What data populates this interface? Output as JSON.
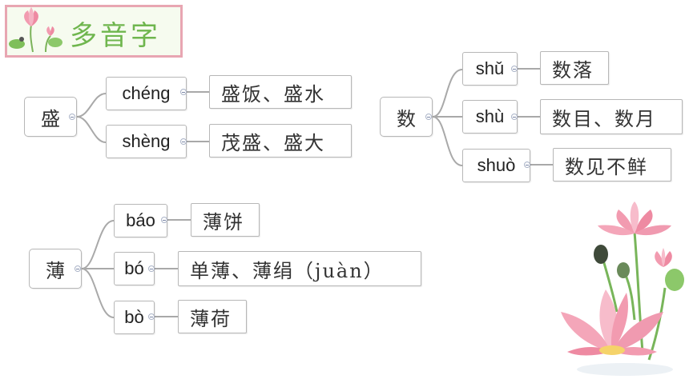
{
  "title": "多音字",
  "groups": [
    {
      "root": "盛",
      "branches": [
        {
          "pinyin": "chéng",
          "words": "盛饭、盛水"
        },
        {
          "pinyin": "shèng",
          "words": "茂盛、盛大"
        }
      ]
    },
    {
      "root": "数",
      "branches": [
        {
          "pinyin": "shǔ",
          "words": "数落"
        },
        {
          "pinyin": "shù",
          "words": "数目、数月"
        },
        {
          "pinyin": "shuò",
          "words": "数见不鲜"
        }
      ]
    },
    {
      "root": "薄",
      "branches": [
        {
          "pinyin": "báo",
          "words": "薄饼"
        },
        {
          "pinyin": "bó",
          "words": "单薄、薄绢（juàn）"
        },
        {
          "pinyin": "bò",
          "words": "薄荷"
        }
      ]
    }
  ],
  "colors": {
    "line": "#a9a9a9",
    "title": "#6fb64e",
    "title_border": "#e8a6b2",
    "lotus": "#f29bb0"
  }
}
